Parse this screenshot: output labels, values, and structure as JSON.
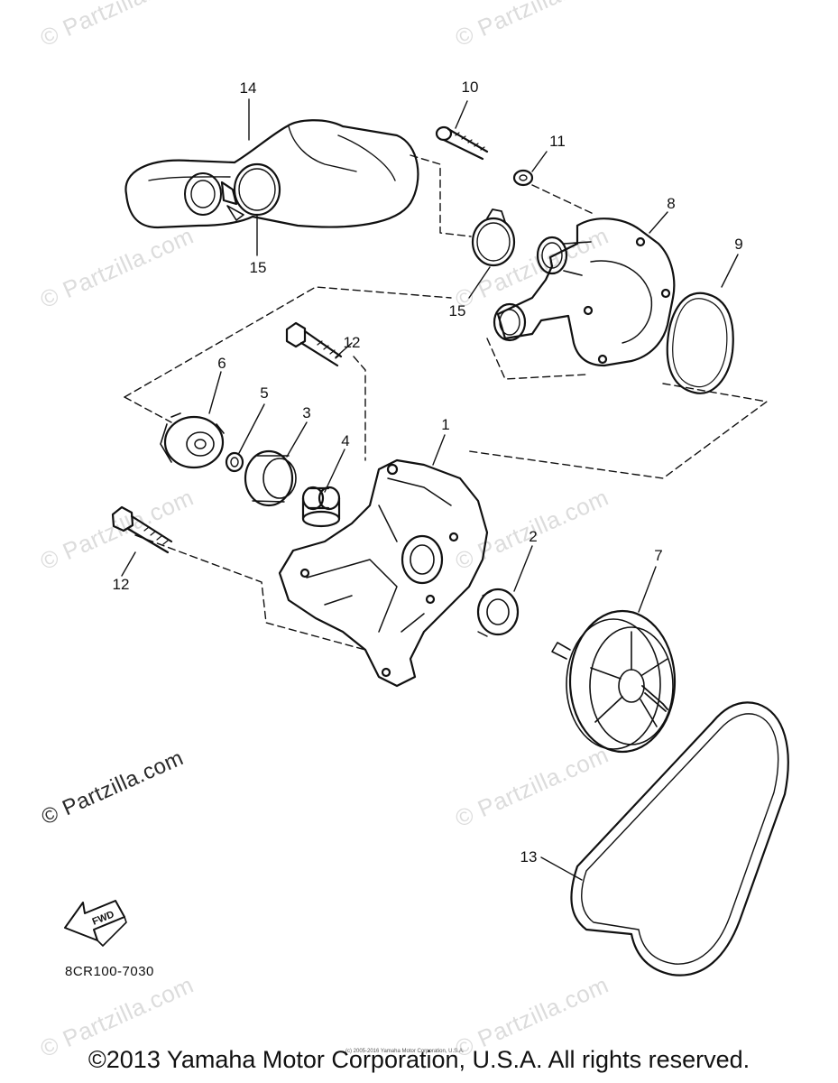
{
  "watermark": {
    "text": "© Partzilla.com",
    "top_clipped": "© Partzilla.com"
  },
  "parts": {
    "p1": "1",
    "p2": "2",
    "p3": "3",
    "p4": "4",
    "p5": "5",
    "p6": "6",
    "p7": "7",
    "p8": "8",
    "p9": "9",
    "p10": "10",
    "p11": "11",
    "p12a": "12",
    "p12b": "12",
    "p13": "13",
    "p14": "14",
    "p15a": "15",
    "p15b": "15"
  },
  "fwd_label": "FWD",
  "diagram_code": "8CR100-7030",
  "copyright_small": "(c) 2005-2016 Yamaha Motor Corporation, U.S.A.",
  "copyright_main": "©2013 Yamaha Motor Corporation, U.S.A. All rights reserved.",
  "colors": {
    "line": "#111111",
    "watermark": "#dcdcdc",
    "background": "#ffffff"
  },
  "icons": [
    "fwd-arrow-icon"
  ]
}
